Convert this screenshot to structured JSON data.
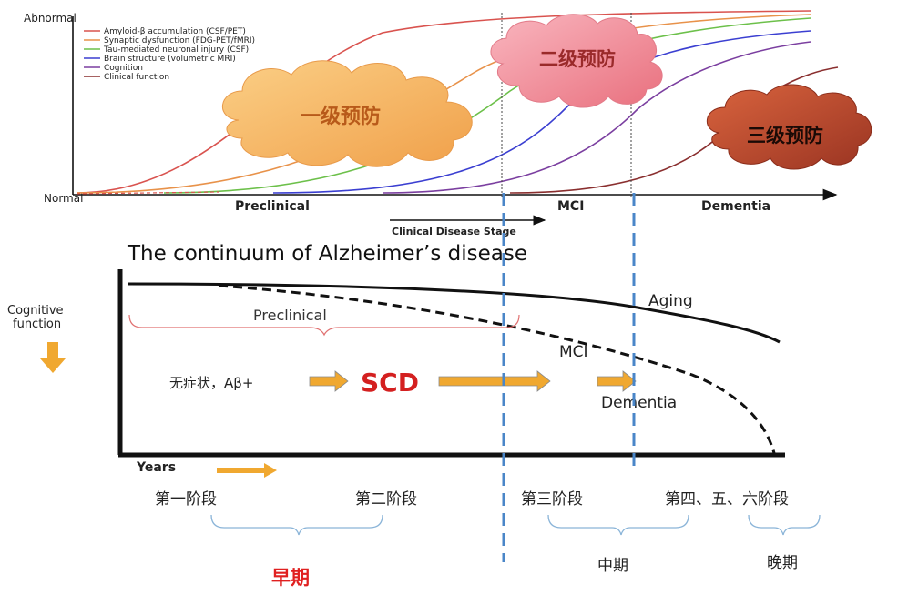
{
  "top_chart": {
    "y_axis": {
      "top_label": "Abnormal",
      "bottom_label": "Normal"
    },
    "legend": [
      {
        "label": "Amyloid-β accumulation (CSF/PET)",
        "color": "#d9534f"
      },
      {
        "label": "Synaptic dysfunction (FDG-PET/fMRI)",
        "color": "#e8924a"
      },
      {
        "label": "Tau-mediated neuronal injury (CSF)",
        "color": "#6cc04a"
      },
      {
        "label": "Brain structure (volumetric MRI)",
        "color": "#3b3fd1"
      },
      {
        "label": "Cognition",
        "color": "#7b3fa0"
      },
      {
        "label": "Clinical function",
        "color": "#8a2f2f"
      }
    ],
    "stages": [
      "Preclinical",
      "MCI",
      "Dementia"
    ],
    "x_caption": "Clinical Disease Stage",
    "clouds": {
      "primary": {
        "text": "一级预防",
        "color": "#f6b36a"
      },
      "secondary": {
        "text": "二级预防",
        "color": "#f2889a"
      },
      "tertiary": {
        "text": "三级预防",
        "color": "#b84a2e"
      }
    }
  },
  "bottom_chart": {
    "title": "The continuum of Alzheimer’s disease",
    "y_label_line1": "Cognitive",
    "y_label_line2": "function",
    "x_label": "Years",
    "curve_labels": {
      "aging": "Aging",
      "mci": "MCI",
      "dementia": "Dementia",
      "preclinical": "Preclinical"
    },
    "flow": {
      "start": "无症状，Aβ+",
      "scd": "SCD"
    },
    "phases": [
      "第一阶段",
      "第二阶段",
      "第三阶段",
      "第四、五、六阶段"
    ],
    "periods": {
      "early": "早期",
      "middle": "中期",
      "late": "晚期"
    },
    "colors": {
      "arrow": "#f0a830",
      "dash": "#4a86c8",
      "early": "#e02020",
      "scd": "#d42020"
    }
  }
}
